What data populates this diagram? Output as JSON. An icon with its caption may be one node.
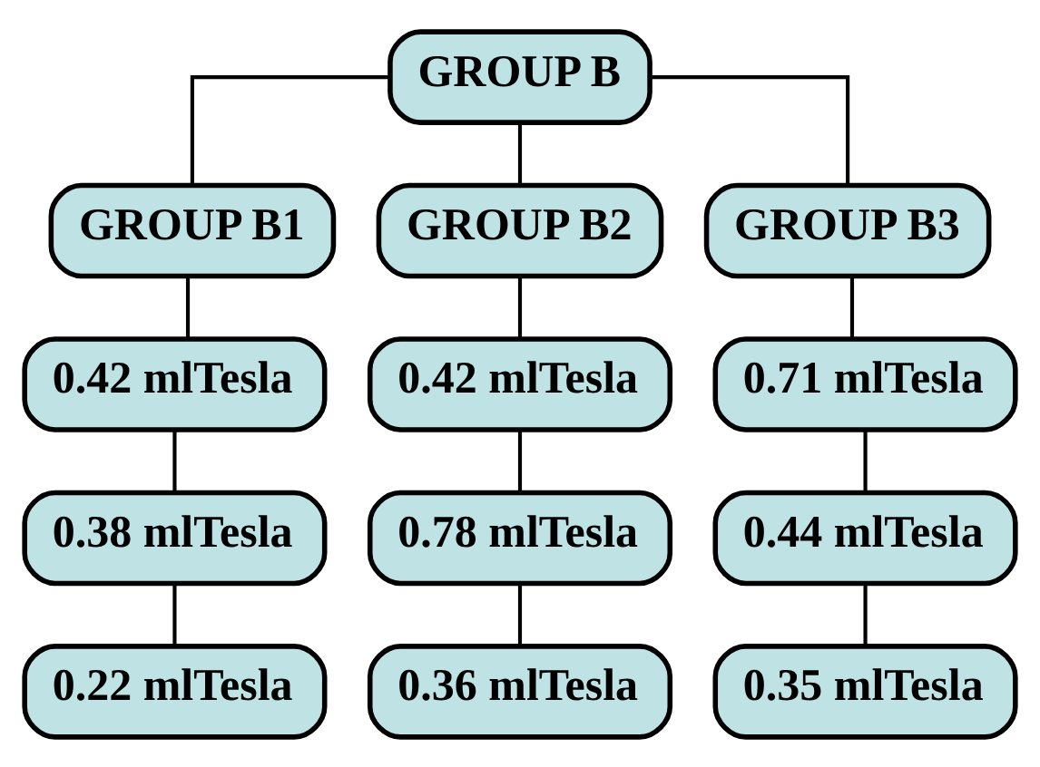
{
  "diagram": {
    "nodes": [
      {
        "text": [
          "GROUP B"
        ]
      },
      {
        "text": [
          "GROUP B1"
        ]
      },
      {
        "text": [
          "GROUP B2"
        ]
      },
      {
        "text": [
          "GROUP B3"
        ]
      },
      {
        "text": [
          "0.42 mlTesla"
        ]
      },
      {
        "text": [
          "0.42 mlTesla"
        ]
      },
      {
        "text": [
          "0.71 mlTesla"
        ]
      },
      {
        "text": [
          "0.38 mlTesla"
        ]
      },
      {
        "text": [
          "0.78 mlTesla"
        ]
      },
      {
        "text": [
          "0.44 mlTesla"
        ]
      },
      {
        "text": [
          "0.22 mlTesla"
        ]
      },
      {
        "text": [
          "0.36 mlTesla"
        ]
      },
      {
        "text": [
          "0.35 mlTesla"
        ]
      }
    ],
    "edges": [
      {
        "from": 0,
        "to": 1,
        "arrow": "none"
      },
      {
        "from": 0,
        "to": 2,
        "arrow": "none"
      },
      {
        "from": 0,
        "to": 3,
        "arrow": "none"
      },
      {
        "from": 1,
        "to": 4,
        "arrow": "none"
      },
      {
        "from": 4,
        "to": 7,
        "arrow": "none"
      },
      {
        "from": 7,
        "to": 10,
        "arrow": "none"
      },
      {
        "from": 2,
        "to": 5,
        "arrow": "none"
      },
      {
        "from": 5,
        "to": 8,
        "arrow": "none"
      },
      {
        "from": 8,
        "to": 11,
        "arrow": "none"
      },
      {
        "from": 3,
        "to": 6,
        "arrow": "none"
      },
      {
        "from": 6,
        "to": 9,
        "arrow": "none"
      },
      {
        "from": 9,
        "to": 12,
        "arrow": "none"
      }
    ]
  }
}
